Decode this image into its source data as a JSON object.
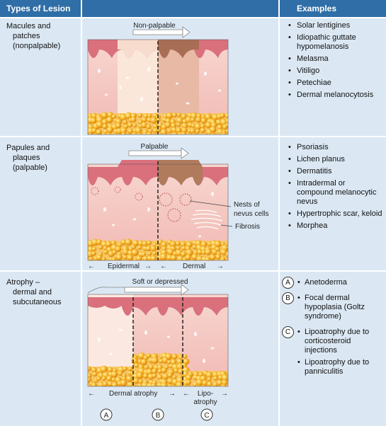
{
  "header": {
    "types": "Types of Lesion",
    "examples": "Examples"
  },
  "rows": [
    {
      "type_lines": [
        "Macules and",
        "patches",
        "(nonpalpable)"
      ],
      "arrow_label": "Non-palpable",
      "examples": [
        "Solar lentigines",
        "Idiopathic guttate hypomelanosis",
        "Melasma",
        "Vitiligo",
        "Petechiae",
        "Dermal melanocytosis"
      ]
    },
    {
      "type_lines": [
        "Papules and",
        "plaques",
        "(palpable)"
      ],
      "arrow_label": "Palpable",
      "callouts": [
        "Nests of",
        "nevus cells",
        "Fibrosis"
      ],
      "bottom_left": "Epidermal",
      "bottom_right": "Dermal",
      "examples": [
        "Psoriasis",
        "Lichen planus",
        "Dermatitis",
        "Intradermal or compound melanocytic nevus",
        "Hypertrophic scar, keloid",
        "Morphea"
      ]
    },
    {
      "type_lines": [
        "Atrophy –",
        "dermal and",
        "subcutaneous"
      ],
      "arrow_label": "Soft or depressed",
      "bottom_left": "Dermal atrophy",
      "bottom_right_1": "Lipo-",
      "bottom_right_2": "atrophy",
      "markers": [
        "A",
        "B",
        "C"
      ],
      "examples": [
        {
          "marker": "A",
          "text": "Anetoderma"
        },
        {
          "marker": "B",
          "text": "Focal dermal hypoplasia (Goltz syndrome)"
        },
        {
          "marker": "C",
          "text": "Lipoatrophy due to corticosteroid injections"
        },
        {
          "marker": "",
          "text": "Lipoatrophy due to panniculitis"
        }
      ]
    }
  ],
  "colors": {
    "header": "#2f6ea6",
    "row_bg": "#dbe8f4",
    "epidermis": "#d9707c",
    "dermis": "#f5c9c5",
    "fat": "#f2a418",
    "pigment": "#b07a5c",
    "pale": "#fbe7d9"
  }
}
